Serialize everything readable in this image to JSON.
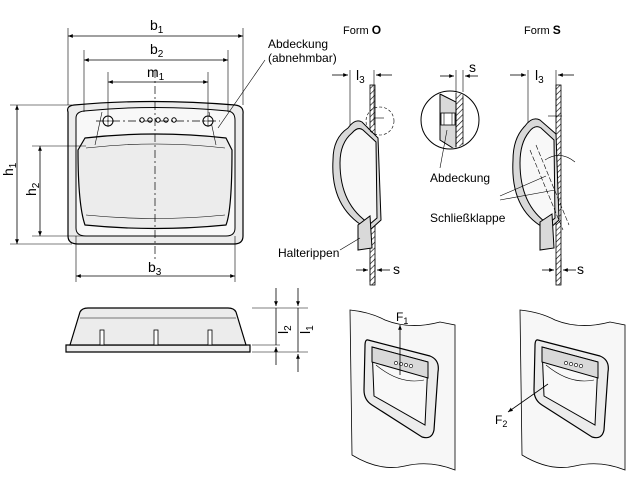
{
  "labels": {
    "b1": "b",
    "b1_sub": "1",
    "b2": "b",
    "b2_sub": "2",
    "m1": "m",
    "m1_sub": "1",
    "b3": "b",
    "b3_sub": "3",
    "h1": "h",
    "h1_sub": "1",
    "h2": "h",
    "h2_sub": "2",
    "l1": "l",
    "l1_sub": "1",
    "l2": "l",
    "l2_sub": "2",
    "l3": "l",
    "l3_sub": "3",
    "l3s": "l",
    "l3s_sub": "3",
    "s_top": "s",
    "s_o": "s",
    "s_s": "s",
    "abdeckung_1": "Abdeckung",
    "abdeckung_2": "(abnehmbar)",
    "abdeckung": "Abdeckung",
    "schliessklappe": "Schließklappe",
    "halterippen": "Halterippen",
    "form_o_prefix": "Form ",
    "form_o_letter": "O",
    "form_s_prefix": "Form ",
    "form_s_letter": "S",
    "f1": "F",
    "f1_sub": "1",
    "f2": "F",
    "f2_sub": "2"
  }
}
